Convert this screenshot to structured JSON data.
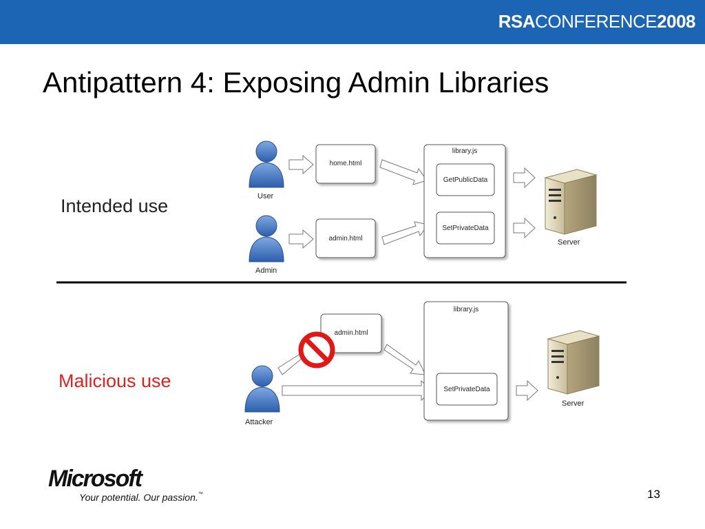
{
  "header": {
    "logo_rsa": "RSA",
    "logo_conference": "CONFERENCE",
    "logo_year": "2008",
    "accent_color": "#1c64b4"
  },
  "slide": {
    "title": "Antipattern 4: Exposing Admin Libraries",
    "page_number": "13"
  },
  "sections": {
    "intended": {
      "label": "Intended use"
    },
    "malicious": {
      "label": "Malicious use",
      "color": "#e02020"
    }
  },
  "diagram_intended": {
    "user_label": "User",
    "admin_label": "Admin",
    "home_page": "home.html",
    "admin_page": "admin.html",
    "library_title": "library.js",
    "get_function": "GetPublicData",
    "set_function": "SetPrivateData",
    "server_label": "Server"
  },
  "diagram_malicious": {
    "attacker_label": "Attacker",
    "admin_page": "admin.html",
    "library_title": "library.js",
    "set_function": "SetPrivateData",
    "server_label": "Server",
    "blocked_icon": "prohibited-icon"
  },
  "footer": {
    "company": "Microsoft",
    "tagline": "Your potential. Our passion.",
    "trademark": "™"
  }
}
